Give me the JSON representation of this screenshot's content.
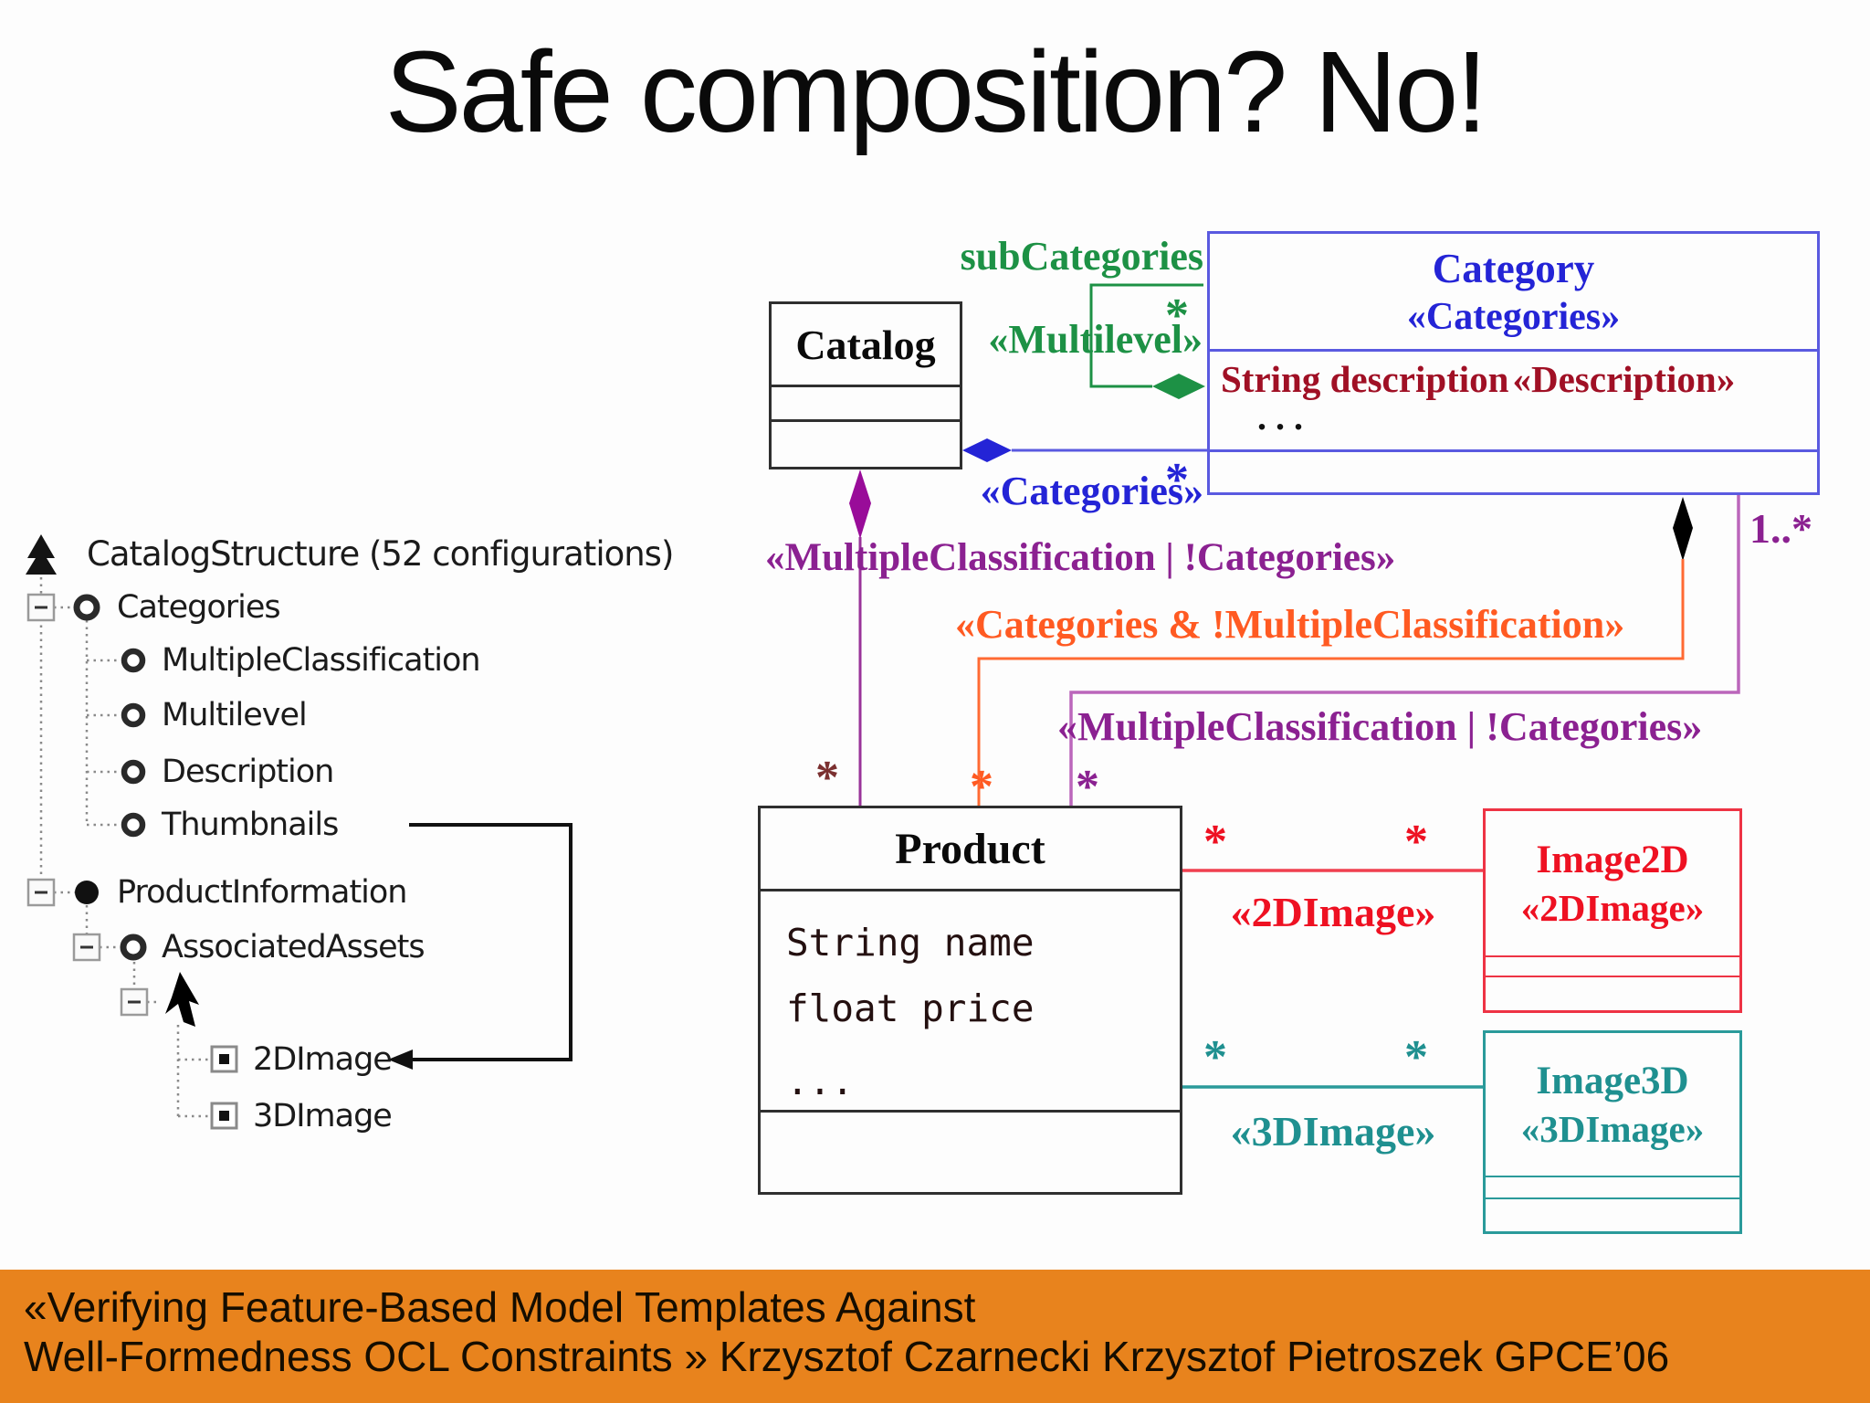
{
  "title": "Safe composition? No!",
  "footer": {
    "line1": "«Verifying Feature-Based Model Templates Against",
    "line2": "Well-Formedness OCL Constraints » Krzysztof Czarnecki Krzysztof Pietroszek GPCE’06",
    "bg_color": "#e8831d"
  },
  "tree": {
    "root_label": "CatalogStructure (52 configurations)",
    "items": [
      {
        "label": "Categories"
      },
      {
        "label": "MultipleClassification"
      },
      {
        "label": "Multilevel"
      },
      {
        "label": "Description"
      },
      {
        "label": "Thumbnails"
      },
      {
        "label": "ProductInformation"
      },
      {
        "label": "AssociatedAssets"
      },
      {
        "label": "2DImage"
      },
      {
        "label": "3DImage"
      }
    ]
  },
  "uml": {
    "catalog": {
      "name": "Catalog"
    },
    "category": {
      "name": "Category",
      "stereotype": "«Categories»",
      "attr": "String description",
      "attr_stereotype": "«Description»",
      "ellipsis": ". . ."
    },
    "product": {
      "name": "Product",
      "attr1": "String name",
      "attr2": "float price",
      "ellipsis": "..."
    },
    "image2d": {
      "name": "Image2D",
      "stereotype": "«2DImage»"
    },
    "image3d": {
      "name": "Image3D",
      "stereotype": "«3DImage»"
    },
    "assoc": {
      "subcategories_role": "subCategories",
      "multilevel_label": "«Multilevel»",
      "categories_label": "«Categories»",
      "mc_or_notcat_label": "«MultipleClassification | !Categories»",
      "cat_and_notmc_label": "«Categories & !MultipleClassification»",
      "image2d_label": "«2DImage»",
      "image3d_label": "«3DImage»",
      "star": "*",
      "one_to_many": "1..*"
    },
    "colors": {
      "green": "#1d9145",
      "blue": "#2424d6",
      "blue_border": "#5a5ae0",
      "purple": "#8b2191",
      "purple_line": "#bb66bb",
      "orange": "#ff5a22",
      "red": "#ee1122",
      "teal": "#1f9090",
      "dark_red_attr": "#a01025",
      "maroon_star": "#7b3030"
    }
  }
}
